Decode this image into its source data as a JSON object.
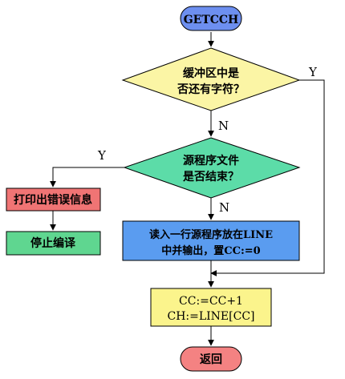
{
  "nodes": {
    "start": {
      "label": "GETCCH",
      "color": "#6d8ff0"
    },
    "buffer_check": {
      "line1": "缓冲区中是",
      "line2": "否还有字符？",
      "color": "#fbf5a5"
    },
    "eof_check": {
      "line1": "源程序文件",
      "line2": "是否结束？",
      "color": "#5cdca8"
    },
    "print_error": {
      "label": "打印出错误信息",
      "color": "#f07474"
    },
    "stop_compile": {
      "label": "停止编译",
      "color": "#5fd690"
    },
    "read_line": {
      "line1": "读入一行源程序放在LINE",
      "line2": "中并输出，置CC:=0",
      "color": "#5a9cf0"
    },
    "advance": {
      "line1": "CC:=CC+1",
      "line2": "CH:=LINE[CC]",
      "color": "#fbf48c"
    },
    "return": {
      "label": "返回",
      "color": "#f48282"
    }
  },
  "edge_labels": {
    "buffer_yes": "Y",
    "buffer_no": "N",
    "eof_yes": "Y",
    "eof_no": "N"
  }
}
